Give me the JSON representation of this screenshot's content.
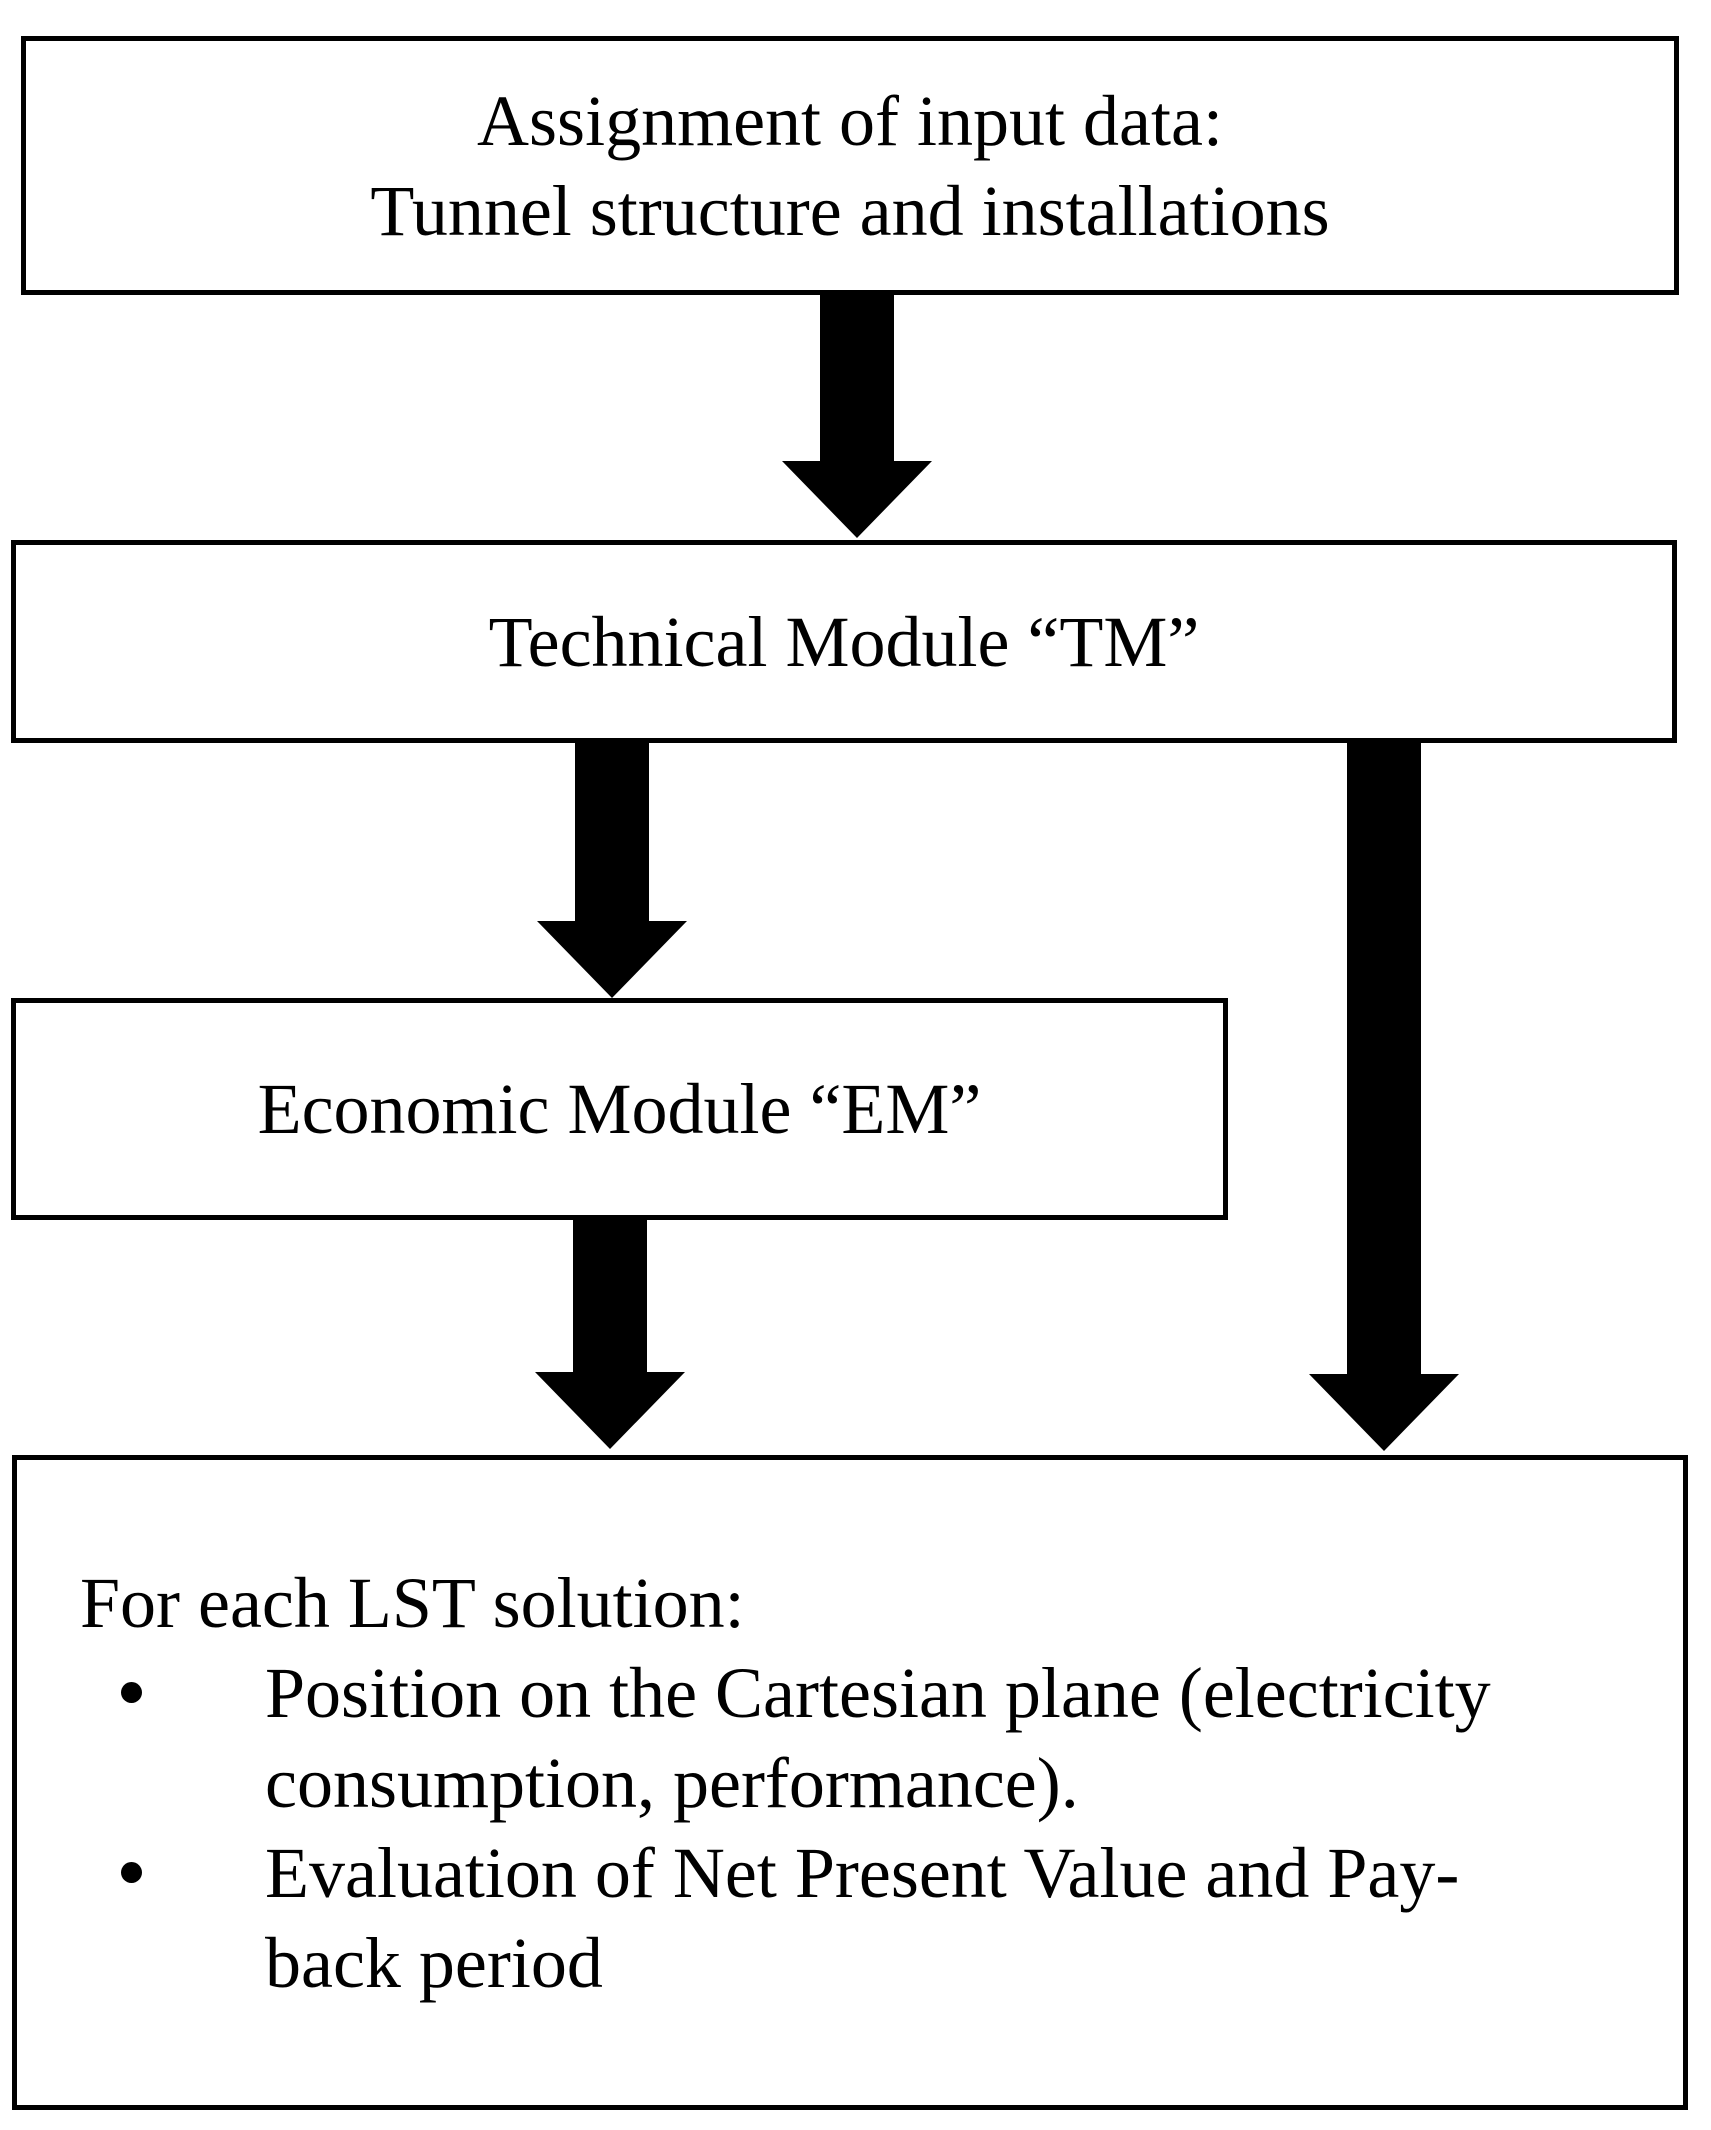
{
  "diagram": {
    "background_color": "#ffffff",
    "line_color": "#000000",
    "input_box": {
      "line1": "Assignment of input data:",
      "line2": "Tunnel structure and installations"
    },
    "tm_box": {
      "label": "Technical Module “TM”"
    },
    "em_box": {
      "label": "Economic Module “EM”"
    },
    "results_box": {
      "intro": "For each LST solution:",
      "bullets": [
        "Position on the Cartesian plane (electricity consumption, performance).",
        "Evaluation of Net Present Value and Pay-back period"
      ]
    },
    "arrows": [
      {
        "name": "arrow-input-to-tm",
        "icon": "filled-down-arrow"
      },
      {
        "name": "arrow-tm-to-em",
        "icon": "filled-down-arrow"
      },
      {
        "name": "arrow-tm-to-results",
        "icon": "filled-down-arrow"
      },
      {
        "name": "arrow-em-to-results",
        "icon": "filled-down-arrow"
      }
    ]
  }
}
